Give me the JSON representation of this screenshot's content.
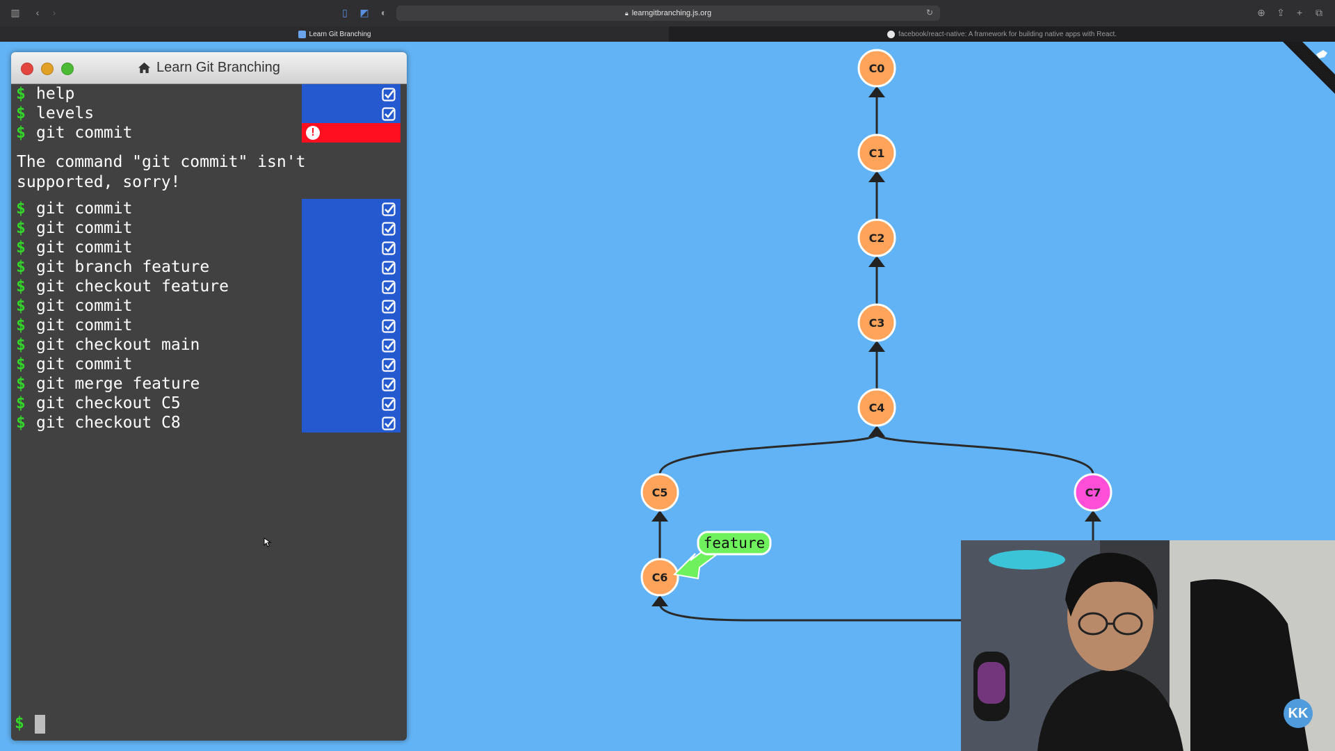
{
  "browser": {
    "url": "learngitbranching.js.org",
    "active_tab": "Learn Git Branching",
    "inactive_tab": "facebook/react-native: A framework for building native apps with React."
  },
  "terminal": {
    "title": "Learn Git Branching",
    "commands": [
      {
        "text": "help",
        "status": "ok"
      },
      {
        "text": "levels",
        "status": "ok"
      },
      {
        "text": "git commit",
        "status": "error"
      },
      {
        "text": "git commit",
        "status": "ok"
      },
      {
        "text": "git commit",
        "status": "ok"
      },
      {
        "text": "git commit",
        "status": "ok"
      },
      {
        "text": "git branch feature",
        "status": "ok"
      },
      {
        "text": "git checkout feature",
        "status": "ok"
      },
      {
        "text": "git commit",
        "status": "ok"
      },
      {
        "text": "git commit",
        "status": "ok"
      },
      {
        "text": "git checkout main",
        "status": "ok"
      },
      {
        "text": "git commit",
        "status": "ok"
      },
      {
        "text": "git merge feature",
        "status": "ok"
      },
      {
        "text": "git checkout C5",
        "status": "ok"
      },
      {
        "text": "git checkout C8",
        "status": "ok"
      }
    ],
    "error_message": "The command \"git commit\" isn't supported, sorry!",
    "prompt": "$"
  },
  "graph": {
    "commits": [
      {
        "id": "C0",
        "color": "#ffa45a"
      },
      {
        "id": "C1",
        "color": "#ffa45a"
      },
      {
        "id": "C2",
        "color": "#ffa45a"
      },
      {
        "id": "C3",
        "color": "#ffa45a"
      },
      {
        "id": "C4",
        "color": "#ffa45a"
      },
      {
        "id": "C5",
        "color": "#ffa45a"
      },
      {
        "id": "C6",
        "color": "#ffa45a"
      },
      {
        "id": "C7",
        "color": "#ff4fd8"
      }
    ],
    "branch_label": "feature",
    "branch_color": "#6ef15c"
  },
  "overlay": {
    "badge": "KK"
  },
  "colors": {
    "background": "#62b3f5",
    "terminal_bg": "#414141",
    "status_ok": "#2459cf",
    "status_error": "#ff0f1f",
    "prompt_green": "#35d42b"
  }
}
